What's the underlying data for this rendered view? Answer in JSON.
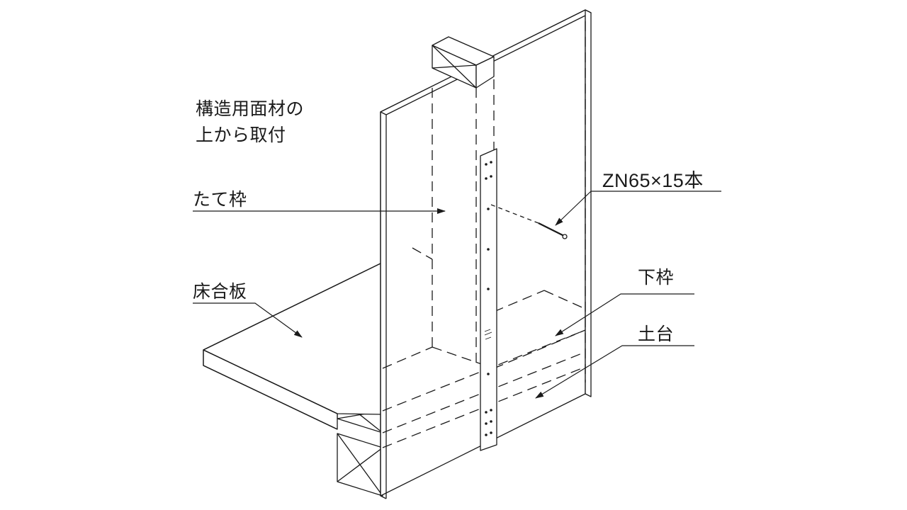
{
  "diagram": {
    "labels": {
      "note_line1": "構造用面材の",
      "note_line2": "上から取付",
      "tatewaku": "たて枠",
      "yukagouban": "床合板",
      "nail_spec": "ZN65×15本",
      "shitawaku": "下枠",
      "dodai": "土台"
    },
    "colors": {
      "line": "#1a1a1a",
      "background": "#ffffff"
    }
  }
}
